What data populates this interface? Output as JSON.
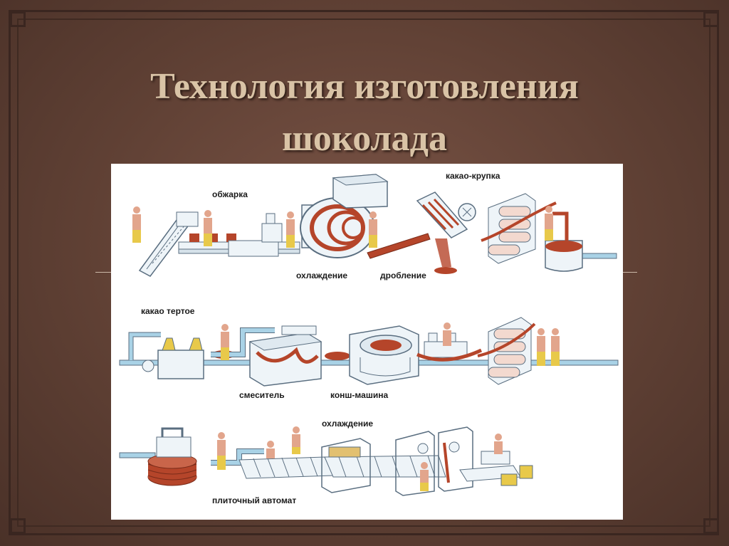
{
  "slide": {
    "title_line1": "Технология изготовления",
    "title_line2": "шоколада"
  },
  "diagram": {
    "labels": {
      "roasting": "обжарка",
      "cocoa_nibs": "какао-крупка",
      "cooling_1": "охлаждение",
      "crushing": "дробление",
      "cocoa_liquor": "какао тертое",
      "mixer": "смеситель",
      "conche": "конш-машина",
      "cooling_2": "охлаждение",
      "tablet_machine": "плиточный автомат"
    },
    "colors": {
      "chocolate": "#b5452a",
      "machine_fill": "#eef4f8",
      "machine_stroke": "#5a6e80",
      "pipe": "#a9d2e6",
      "worker_body": "#e2a58c",
      "worker_pants": "#e8c94a"
    }
  }
}
